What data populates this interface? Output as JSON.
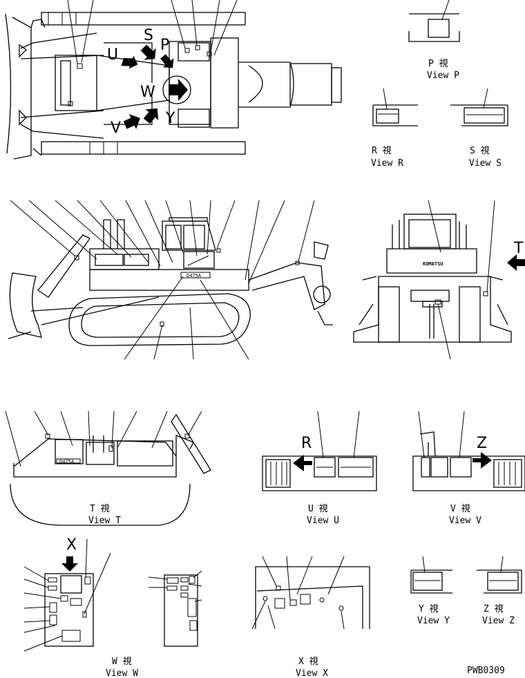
{
  "drawing_number": "PWB0309",
  "view_markers": {
    "p": "P",
    "s": "S",
    "u": "U",
    "w": "W",
    "v": "V",
    "y": "Y",
    "t": "T",
    "r": "R",
    "z": "Z",
    "x": "X"
  },
  "captions": {
    "view_p": {
      "jp": "P 視",
      "en": "View P"
    },
    "view_r": {
      "jp": "R 視",
      "en": "View R"
    },
    "view_s": {
      "jp": "S 視",
      "en": "View S"
    },
    "view_t": {
      "jp": "T 視",
      "en": "View T"
    },
    "view_u": {
      "jp": "U 視",
      "en": "View U"
    },
    "view_v": {
      "jp": "V 視",
      "en": "View V"
    },
    "view_w": {
      "jp": "W 視",
      "en": "View W"
    },
    "view_x": {
      "jp": "X 視",
      "en": "View X"
    },
    "view_y": {
      "jp": "Y 視",
      "en": "View Y"
    },
    "view_z": {
      "jp": "Z 視",
      "en": "View Z"
    }
  },
  "decal_text": {
    "brand": "KOMATSU",
    "model_side": "D475A",
    "model_rear": "D475A"
  }
}
